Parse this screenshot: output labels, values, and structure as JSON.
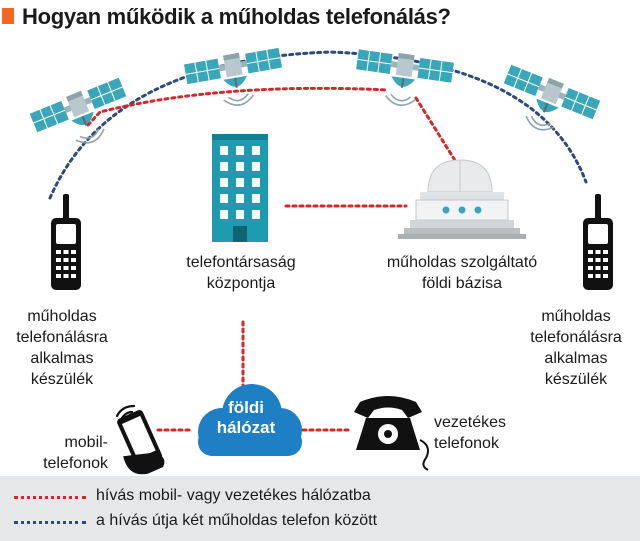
{
  "title": "Hogyan működik a műholdas telefonálás?",
  "colors": {
    "accent": "#f26522",
    "red_line": "#d7262b",
    "blue_line": "#2e4a7a",
    "satellite_teal": "#3aa6b9",
    "building_teal": "#1f9bb1",
    "cloud_blue": "#1e7fc4",
    "legend_bg": "#e6e7e8"
  },
  "nodes": {
    "phone_left_label": [
      "műholdas",
      "telefonálásra",
      "alkalmas",
      "készülék"
    ],
    "phone_right_label": [
      "műholdas",
      "telefonálásra",
      "alkalmas",
      "készülék"
    ],
    "telco_label": [
      "telefontársaság",
      "központja"
    ],
    "ground_station_label": [
      "műholdas szolgáltató",
      "földi bázisa"
    ],
    "cloud_label": [
      "földi",
      "hálózat"
    ],
    "mobile_label": [
      "mobil-",
      "telefonok"
    ],
    "landline_label": [
      "vezetékes",
      "telefonok"
    ]
  },
  "legend": {
    "red": "hívás mobil- vagy vezetékes hálózatba",
    "blue": "a hívás útja két műholdas telefon között"
  },
  "icons": [
    "satellite-icon",
    "satellite-phone-icon",
    "office-building-icon",
    "ground-station-icon",
    "cloud-icon",
    "mobile-phone-icon",
    "rotary-phone-icon"
  ]
}
